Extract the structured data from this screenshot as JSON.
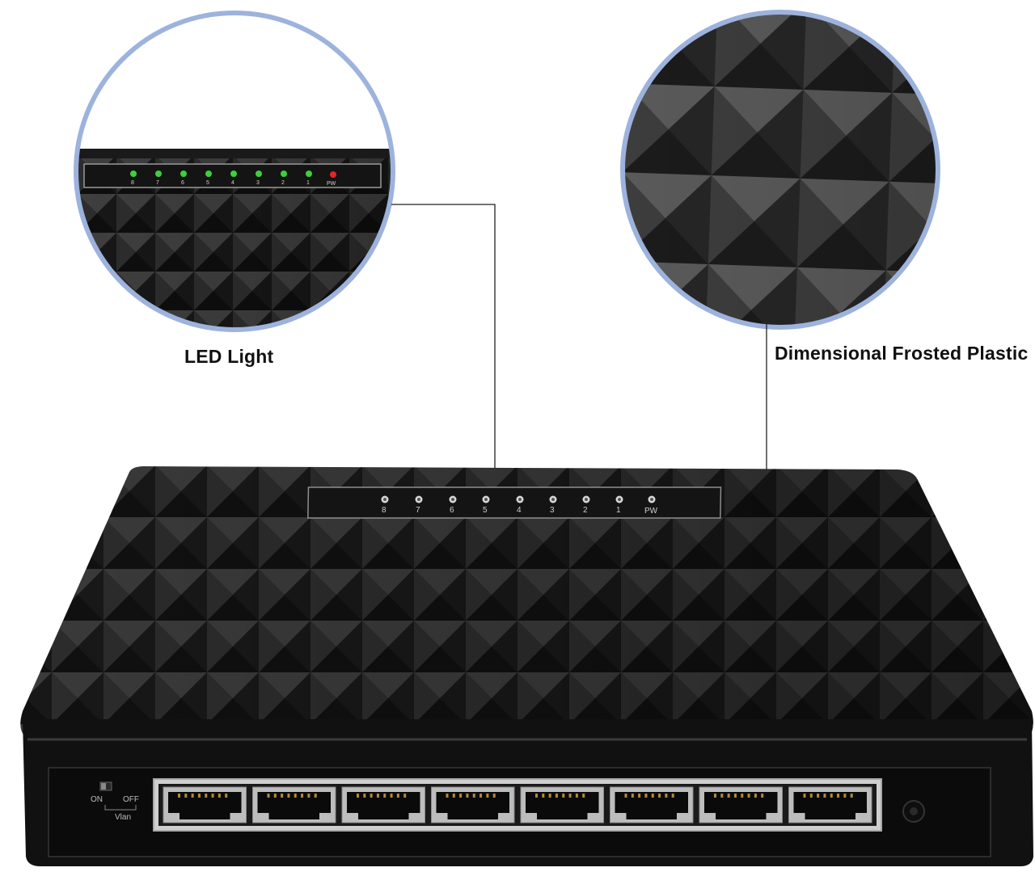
{
  "callouts": {
    "led_light": "LED Light",
    "frosted_plastic": "Dimensional Frosted Plastic"
  },
  "device": {
    "led_labels": [
      "8",
      "7",
      "6",
      "5",
      "4",
      "3",
      "2",
      "1",
      "PW"
    ],
    "vlan_switch": {
      "on": "ON",
      "off": "OFF",
      "name": "Vlan"
    },
    "port_count": 8
  },
  "colors": {
    "case": "#1c1c1c",
    "circle_ring": "#9db3dd",
    "led_green": "#3dcf3d",
    "led_red": "#e52525"
  }
}
